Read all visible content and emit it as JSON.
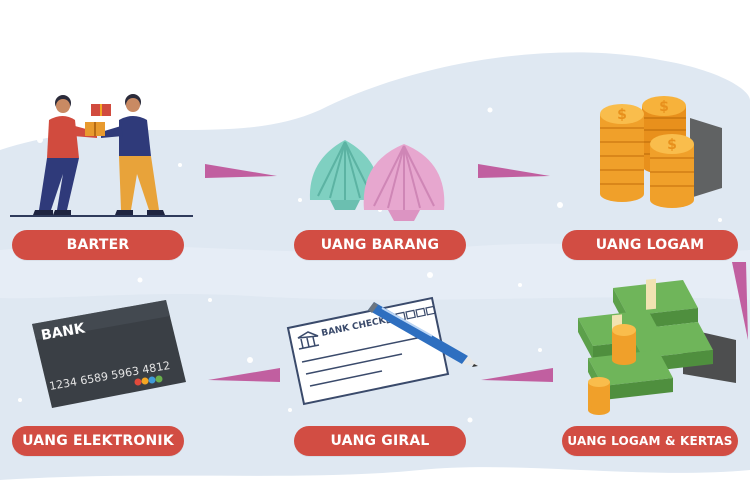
{
  "colors": {
    "label_bg": "#d24d43",
    "label_text": "#ffffff",
    "arrow": "#c15fa0",
    "band": "#dfe8f2",
    "coin": "#f4a623",
    "cash": "#5ca04a",
    "card": "#3a3f45",
    "shell_teal": "#7fd0c1",
    "shell_pink": "#e7a7cf"
  },
  "diagram": {
    "title": "",
    "steps": [
      {
        "id": "barter",
        "label": "BARTER",
        "icon": "barter-people-icon"
      },
      {
        "id": "uang-barang",
        "label": "UANG BARANG",
        "icon": "shells-icon"
      },
      {
        "id": "uang-logam",
        "label": "UANG LOGAM",
        "icon": "coin-stacks-icon"
      },
      {
        "id": "uang-logam-kertas",
        "label": "UANG LOGAM & KERTAS",
        "icon": "cash-coins-icon"
      },
      {
        "id": "uang-giral",
        "label": "UANG GIRAL",
        "icon": "bank-check-icon"
      },
      {
        "id": "uang-elektronik",
        "label": "UANG ELEKTRONIK",
        "icon": "bank-card-icon"
      }
    ],
    "card": {
      "brand": "BANK",
      "number": "1234 6589 5963 4812"
    },
    "check": {
      "title": "BANK CHECK"
    }
  }
}
